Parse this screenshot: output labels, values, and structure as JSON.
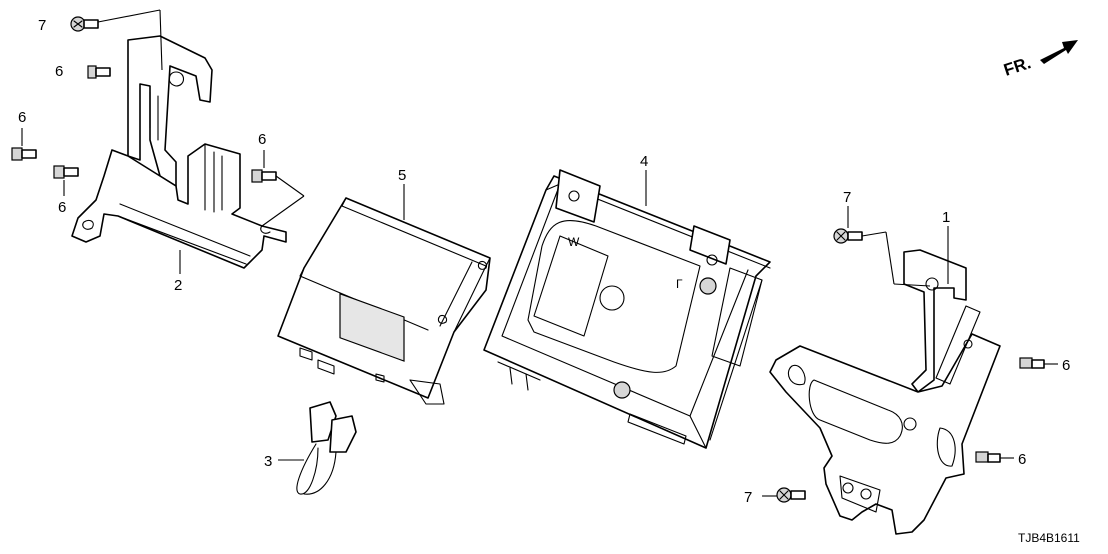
{
  "diagram": {
    "diagram_code": "TJB4B1611",
    "direction_label": "FR.",
    "callouts": {
      "part_1": "1",
      "part_2": "2",
      "part_3": "3",
      "part_4": "4",
      "part_5": "5",
      "bolt_6": "6",
      "screw_7": "7"
    },
    "unit_markings": {
      "unit_4_letter_w": "W",
      "unit_4_letter_r": "Γ"
    }
  }
}
